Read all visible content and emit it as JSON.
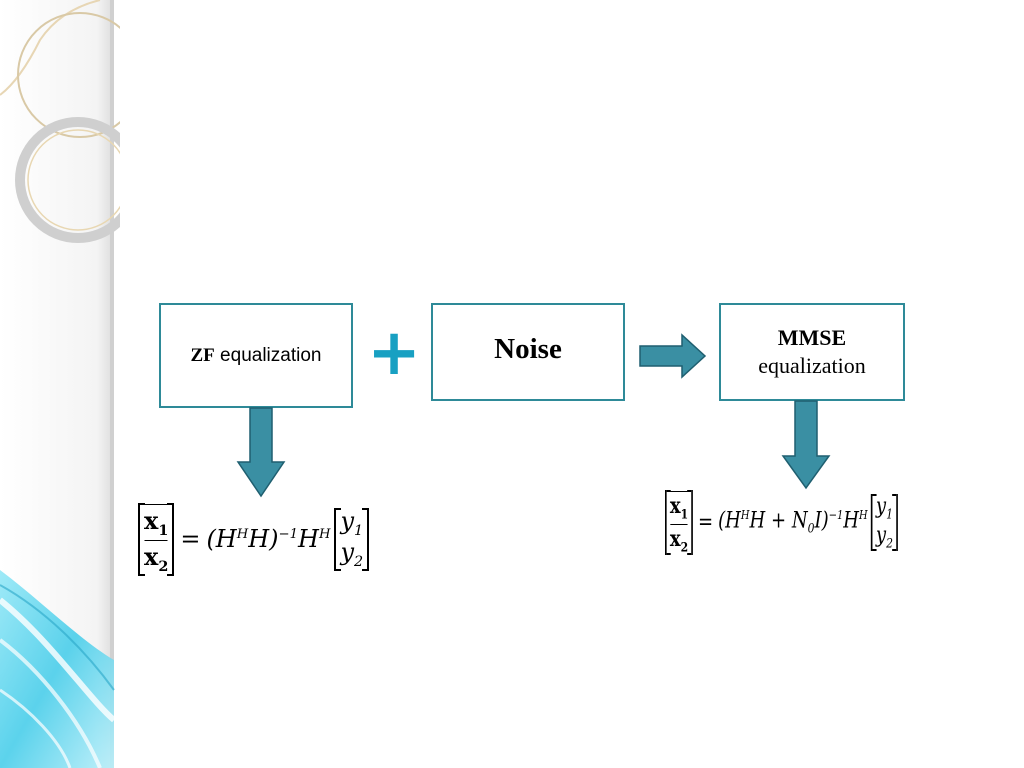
{
  "diagram": {
    "zf_box": {
      "label_bold": "ZF",
      "label_rest": " equalization"
    },
    "plus_symbol": "+",
    "noise_box": {
      "label": "Noise"
    },
    "mmse_box": {
      "title": "MMSE",
      "subtitle": "equalization"
    },
    "formula_zf": {
      "lhs_top": "x1",
      "lhs_bottom": "x2",
      "expression": "= (H^H H)^-1 H^H",
      "rhs_top": "y1",
      "rhs_bottom": "y2"
    },
    "formula_mmse": {
      "lhs_top": "x1",
      "lhs_bottom": "x2",
      "expression": "= (H^H H + N0 I)^-1 H^H",
      "rhs_top": "y1",
      "rhs_bottom": "y2"
    }
  },
  "colors": {
    "box_border": "#2e8a98",
    "arrow_fill": "#3a8fa3",
    "arrow_stroke": "#1f5f70",
    "plus": "#18a0c2",
    "decor_cyan": "#4fd4ef"
  },
  "icons": {
    "plus": "plus-icon",
    "arrow_right": "arrow-right-icon",
    "arrow_down": "arrow-down-icon",
    "decor": "decorative-swirl"
  }
}
